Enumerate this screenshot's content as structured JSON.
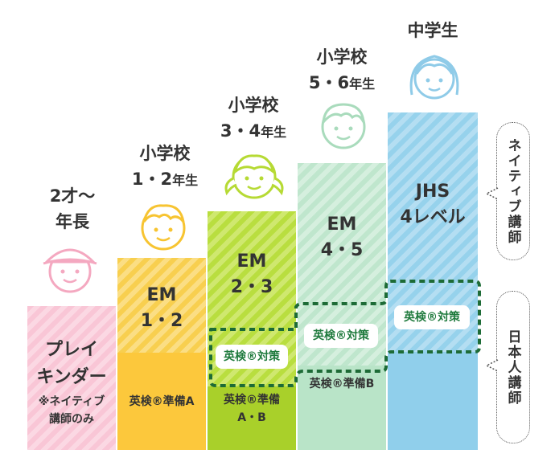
{
  "grades": {
    "kinder": {
      "line1": "2才〜",
      "line2": "年長"
    },
    "el12": {
      "line1": "小学校",
      "num": "1・2",
      "suffix": "年生"
    },
    "el34": {
      "line1": "小学校",
      "num": "3・4",
      "suffix": "年生"
    },
    "el56": {
      "line1": "小学校",
      "num": "5・6",
      "suffix": "年生"
    },
    "jhs": {
      "line1": "中学生"
    }
  },
  "columns": {
    "playkinder": {
      "title1": "プレイ",
      "title2": "キンダー",
      "note1": "※ネイティブ",
      "note2": "講師のみ"
    },
    "em12": {
      "title1": "EM",
      "title2": "1・2",
      "bottom": "英検®準備A"
    },
    "em23": {
      "title1": "EM",
      "title2": "2・3",
      "badge": "英検®対策",
      "bottom1": "英検®準備",
      "bottom2": "A・B"
    },
    "em45": {
      "title1": "EM",
      "title2": "4・5",
      "badge": "英検®対策",
      "bottom": "英検®準備B"
    },
    "jhs4": {
      "title1": "JHS",
      "title2": "4レベル",
      "badge": "英検®対策"
    }
  },
  "bubbles": {
    "native": "ネイティブ講師",
    "japanese": "日本人講師"
  },
  "colors": {
    "pink": "#f9c6d6",
    "yellow": "#fcc83c",
    "lime": "#a9d02a",
    "mint": "#b9e4c8",
    "blue": "#90cfeb",
    "green_dash": "#1d6b36"
  },
  "icons": [
    "kid-hat-icon",
    "boy-face-icon",
    "girl-face-icon",
    "boy-face-icon",
    "girl-face-icon"
  ]
}
